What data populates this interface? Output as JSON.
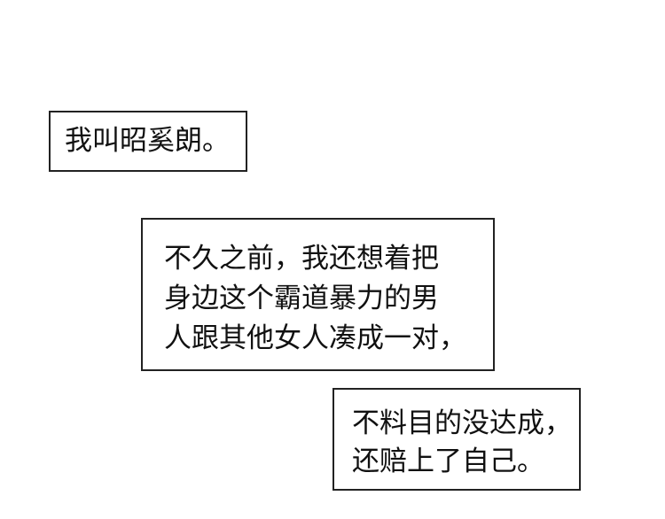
{
  "captions": [
    {
      "lines": [
        "我叫昭奚朗。"
      ]
    },
    {
      "lines": [
        "不久之前，我还想着把",
        "身边这个霸道暴力的男",
        "人跟其他女人凑成一对，"
      ]
    },
    {
      "lines": [
        "不料目的没达成，",
        "还赔上了自己。"
      ]
    }
  ]
}
